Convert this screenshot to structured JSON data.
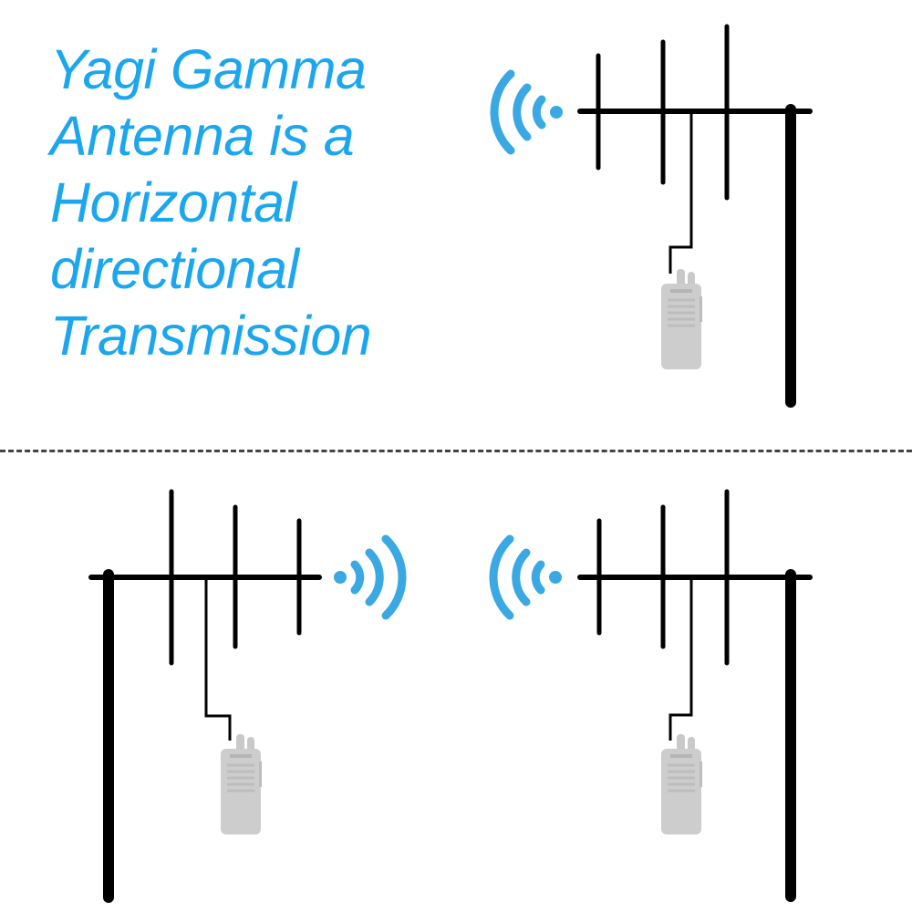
{
  "headline": {
    "lines": [
      "Yagi Gamma",
      "Antenna is a",
      "Horizontal",
      "directional",
      "Transmission"
    ]
  },
  "colors": {
    "text": "#1ba6ee",
    "signal": "#3aa8e2",
    "antenna": "#000000",
    "radio": "#c8c8c8",
    "divider": "#444444"
  },
  "diagrams": [
    {
      "name": "top-antenna",
      "signal_direction": "left"
    },
    {
      "name": "bottom-left-antenna",
      "signal_direction": "right"
    },
    {
      "name": "bottom-right-antenna",
      "signal_direction": "left"
    }
  ]
}
